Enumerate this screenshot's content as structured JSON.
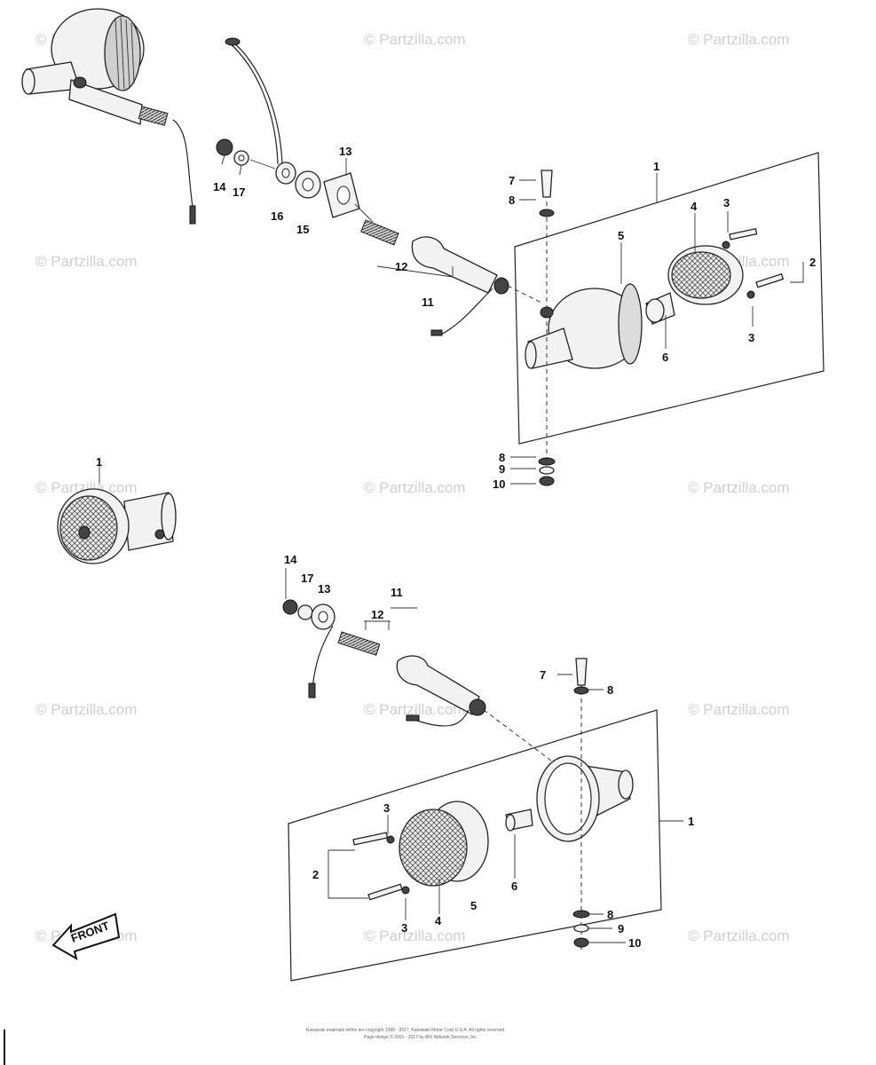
{
  "watermark": "© Partzilla.com",
  "front_label": "FRONT",
  "copyright_lines": [
    "Kawasaki materials within are copyright 1998 - 2017, Kawasaki Motor Corp U.S.A. All rights reserved.",
    "Page design © 2001 - 2017 by ARI Network Services, Inc."
  ],
  "upper_callouts": {
    "c1": "1",
    "c2": "2",
    "c3a": "3",
    "c3b": "3",
    "c4": "4",
    "c5": "5",
    "c6": "6",
    "c7": "7",
    "c8a": "8",
    "c8b": "8",
    "c9": "9",
    "c10": "10",
    "c11": "11",
    "c12": "12",
    "c13": "13",
    "c14": "14",
    "c15": "15",
    "c16": "16",
    "c17": "17"
  },
  "left_callouts": {
    "c1": "1"
  },
  "lower_callouts": {
    "c1": "1",
    "c2": "2",
    "c3a": "3",
    "c3b": "3",
    "c4": "4",
    "c5": "5",
    "c6": "6",
    "c7": "7",
    "c8a": "8",
    "c8b": "8",
    "c9": "9",
    "c10": "10",
    "c11": "11",
    "c12": "12",
    "c13": "13",
    "c14": "14",
    "c17": "17"
  }
}
